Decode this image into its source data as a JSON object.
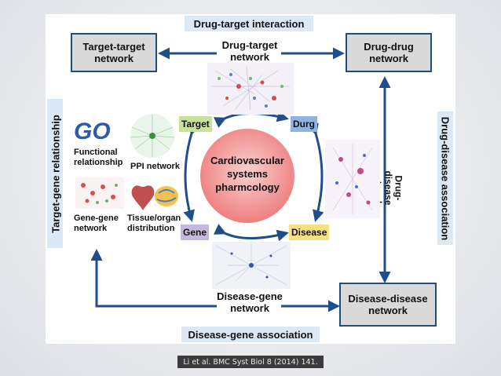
{
  "bands": {
    "top": "Drug-target interaction",
    "bottom": "Disease-gene association",
    "left": "Target-gene relationship",
    "right": "Drug-disease association"
  },
  "boxes": {
    "target_target": "Target-target network",
    "drug_drug": "Drug-drug network",
    "disease_disease": "Disease-disease network"
  },
  "networks": {
    "drug_target": "Drug-target network",
    "drug_disease": "Drug-disease network",
    "disease_gene": "Disease-gene network"
  },
  "center": "Cardiovascular systems pharmcology",
  "nodes": {
    "target": "Target",
    "drug": "Durg",
    "gene": "Gene",
    "disease": "Disease"
  },
  "left_panel": {
    "go_logo": "GO",
    "functional": "Functional relationship",
    "ppi": "PPI network",
    "gene_gene": "Gene-gene network",
    "tissue": "Tissue/organ distribution"
  },
  "colors": {
    "arrow": "#1f4e8c",
    "box_fill": "#d9d9d9",
    "band_fill": "#dbe8f6",
    "target_node": "#c9e29a",
    "drug_node": "#8fb4e3",
    "gene_node": "#c6b9e0",
    "disease_node": "#f7df84",
    "center_fill": "#f08a8a"
  },
  "caption": "Li et al. BMC Syst Biol 8 (2014) 141."
}
